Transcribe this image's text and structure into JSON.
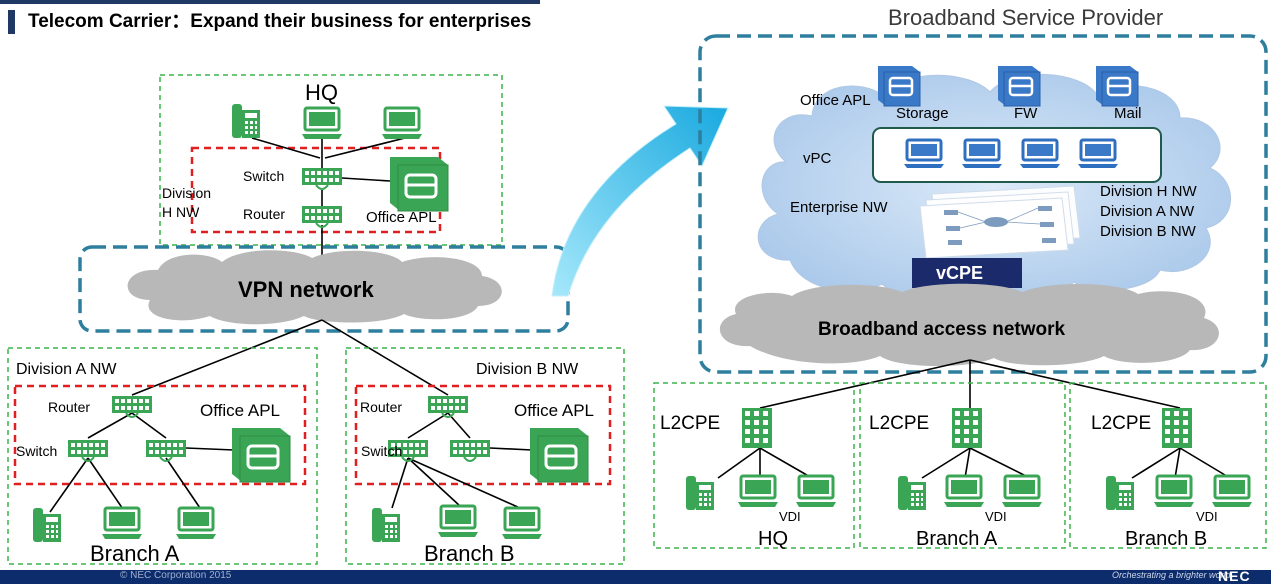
{
  "header": {
    "subtitle": "Telecom Carrier：Expand their business for enterprises",
    "provider_title": "Broadband Service Provider"
  },
  "left": {
    "hq": {
      "title": "HQ",
      "division_line1": "Division",
      "division_line2": "H NW",
      "switch_label": "Switch",
      "router_label": "Router",
      "office_apl_label": "Office APL"
    },
    "vpn_label": "VPN network",
    "division_a": {
      "title": "Division A NW",
      "router_label": "Router",
      "office_apl_label": "Office APL",
      "switch_label": "Switch",
      "branch_label": "Branch A"
    },
    "division_b": {
      "title": "Division B NW",
      "router_label": "Router",
      "office_apl_label": "Office APL",
      "switch_label": "Switch",
      "branch_label": "Branch B"
    }
  },
  "right": {
    "office_apl_label": "Office APL",
    "storage_label": "Storage",
    "fw_label": "FW",
    "mail_label": "Mail",
    "vpc_label": "vPC",
    "enterprise_nw_label": "Enterprise NW",
    "division_nw_labels": [
      "Division H NW",
      "Division A NW",
      "Division B NW"
    ],
    "vcpe_label": "vCPE",
    "access_label": "Broadband access network",
    "sites": [
      {
        "cpe": "L2CPE",
        "vdi": "VDI",
        "name": "HQ"
      },
      {
        "cpe": "L2CPE",
        "vdi": "VDI",
        "name": "Branch A"
      },
      {
        "cpe": "L2CPE",
        "vdi": "VDI",
        "name": "Branch B"
      }
    ]
  },
  "footer": {
    "left_text": "© NEC Corporation 2015",
    "tagline": "Orchestrating a brighter world",
    "logo": "NEC"
  },
  "colors": {
    "green_dash": "#3cb44b",
    "red_dash": "#e02020",
    "blue_dash": "#2e7e9e",
    "cloud_gray": "#b8b8b8",
    "cloud_blue": "#bfd7f0",
    "device_blue": "#3a78c8",
    "device_green": "#3aa655",
    "vcpe_navy": "#1b2a6b",
    "footer_navy": "#0d2c6c",
    "arrow_cyan": "#3ec7ee"
  },
  "icons": [
    "phone-icon",
    "laptop-icon",
    "switch-icon",
    "router-icon",
    "server-icon",
    "server-rack-icon",
    "cloud-icon",
    "arrow-icon"
  ]
}
